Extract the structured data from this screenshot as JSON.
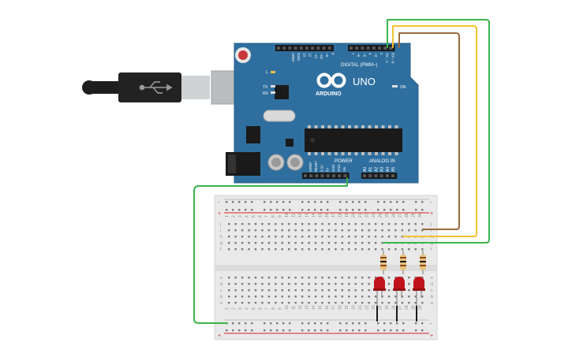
{
  "board": {
    "brand": "ARDUINO",
    "model": "UNO",
    "digital_header": "DIGITAL (PWM~)",
    "power_header": "POWER",
    "analog_header": "ANALOG IN",
    "on_label": "ON",
    "led_l": "L",
    "led_tx": "TX",
    "led_rx": "RX",
    "top_pins": [
      "AREF",
      "GND",
      "13",
      "12",
      "~11",
      "~10",
      "~9",
      "8",
      "7",
      "~6",
      "~5",
      "4",
      "~3",
      "2",
      "TX→1",
      "RX←0"
    ],
    "power_pins": [
      "IOREF",
      "RESET",
      "3.3V",
      "5V",
      "GND",
      "GND",
      "Vin"
    ],
    "analog_pins": [
      "A0",
      "A1",
      "A2",
      "A3",
      "A4",
      "A5"
    ]
  },
  "breadboard": {
    "rail_minus": "-",
    "rail_plus": "+",
    "row_letters_top": [
      "j",
      "i",
      "h",
      "g",
      "f"
    ],
    "row_letters_bottom": [
      "e",
      "d",
      "c",
      "b",
      "a"
    ],
    "column_numbers": [
      "1",
      "2",
      "3",
      "4",
      "5",
      "6",
      "7",
      "8",
      "9",
      "10",
      "11",
      "12",
      "13",
      "14",
      "15",
      "16",
      "17",
      "18",
      "19",
      "20",
      "21",
      "22",
      "23",
      "24",
      "25",
      "26",
      "27",
      "28",
      "29",
      "30"
    ]
  },
  "colors": {
    "board": "#2f6f9f",
    "breadboard": "#e9e9e9",
    "wire_green": "#3cb44b",
    "wire_yellow": "#f2c230",
    "wire_brown": "#9b6a3c",
    "led": "#c0141c",
    "resistor": "#e9c27e",
    "rail_red": "#d8232a",
    "usb_cable": "#1e1e1e"
  }
}
